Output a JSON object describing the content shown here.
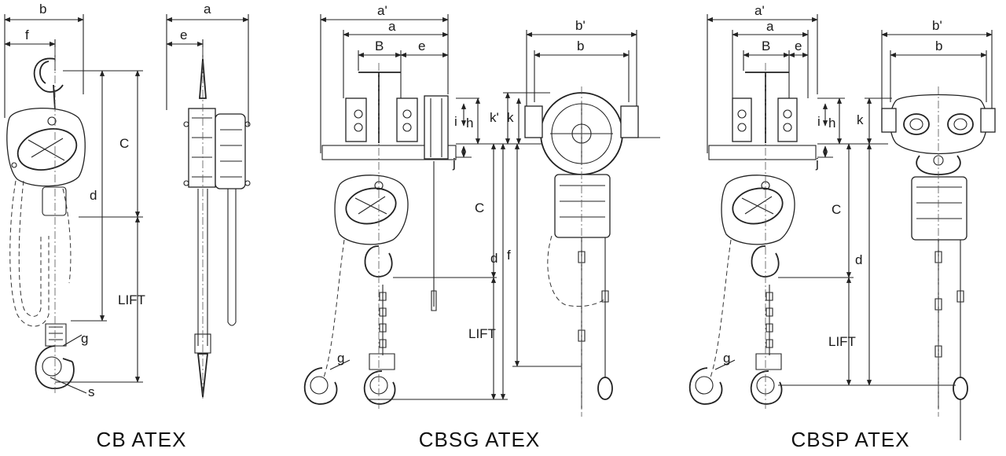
{
  "figures": [
    {
      "caption": "CB ATEX",
      "dims": {
        "b": "b",
        "f": "f",
        "a": "a",
        "e": "e",
        "C": "C",
        "d": "d",
        "lift": "LIFT",
        "g": "g",
        "s": "s"
      }
    },
    {
      "caption": "CBSG ATEX",
      "dims": {
        "a_prime": "a'",
        "a": "a",
        "B": "B",
        "e": "e",
        "b_prime": "b'",
        "b": "b",
        "k_prime": "k'",
        "k": "k",
        "i": "i",
        "h": "h",
        "j": "j",
        "C": "C",
        "d": "d",
        "f": "f",
        "lift": "LIFT",
        "g": "g"
      }
    },
    {
      "caption": "CBSP ATEX",
      "dims": {
        "a_prime": "a'",
        "a": "a",
        "B": "B",
        "e": "e",
        "b_prime": "b'",
        "b": "b",
        "k": "k",
        "i": "i",
        "h": "h",
        "j": "j",
        "C": "C",
        "d": "d",
        "lift": "LIFT",
        "g": "g"
      }
    }
  ]
}
